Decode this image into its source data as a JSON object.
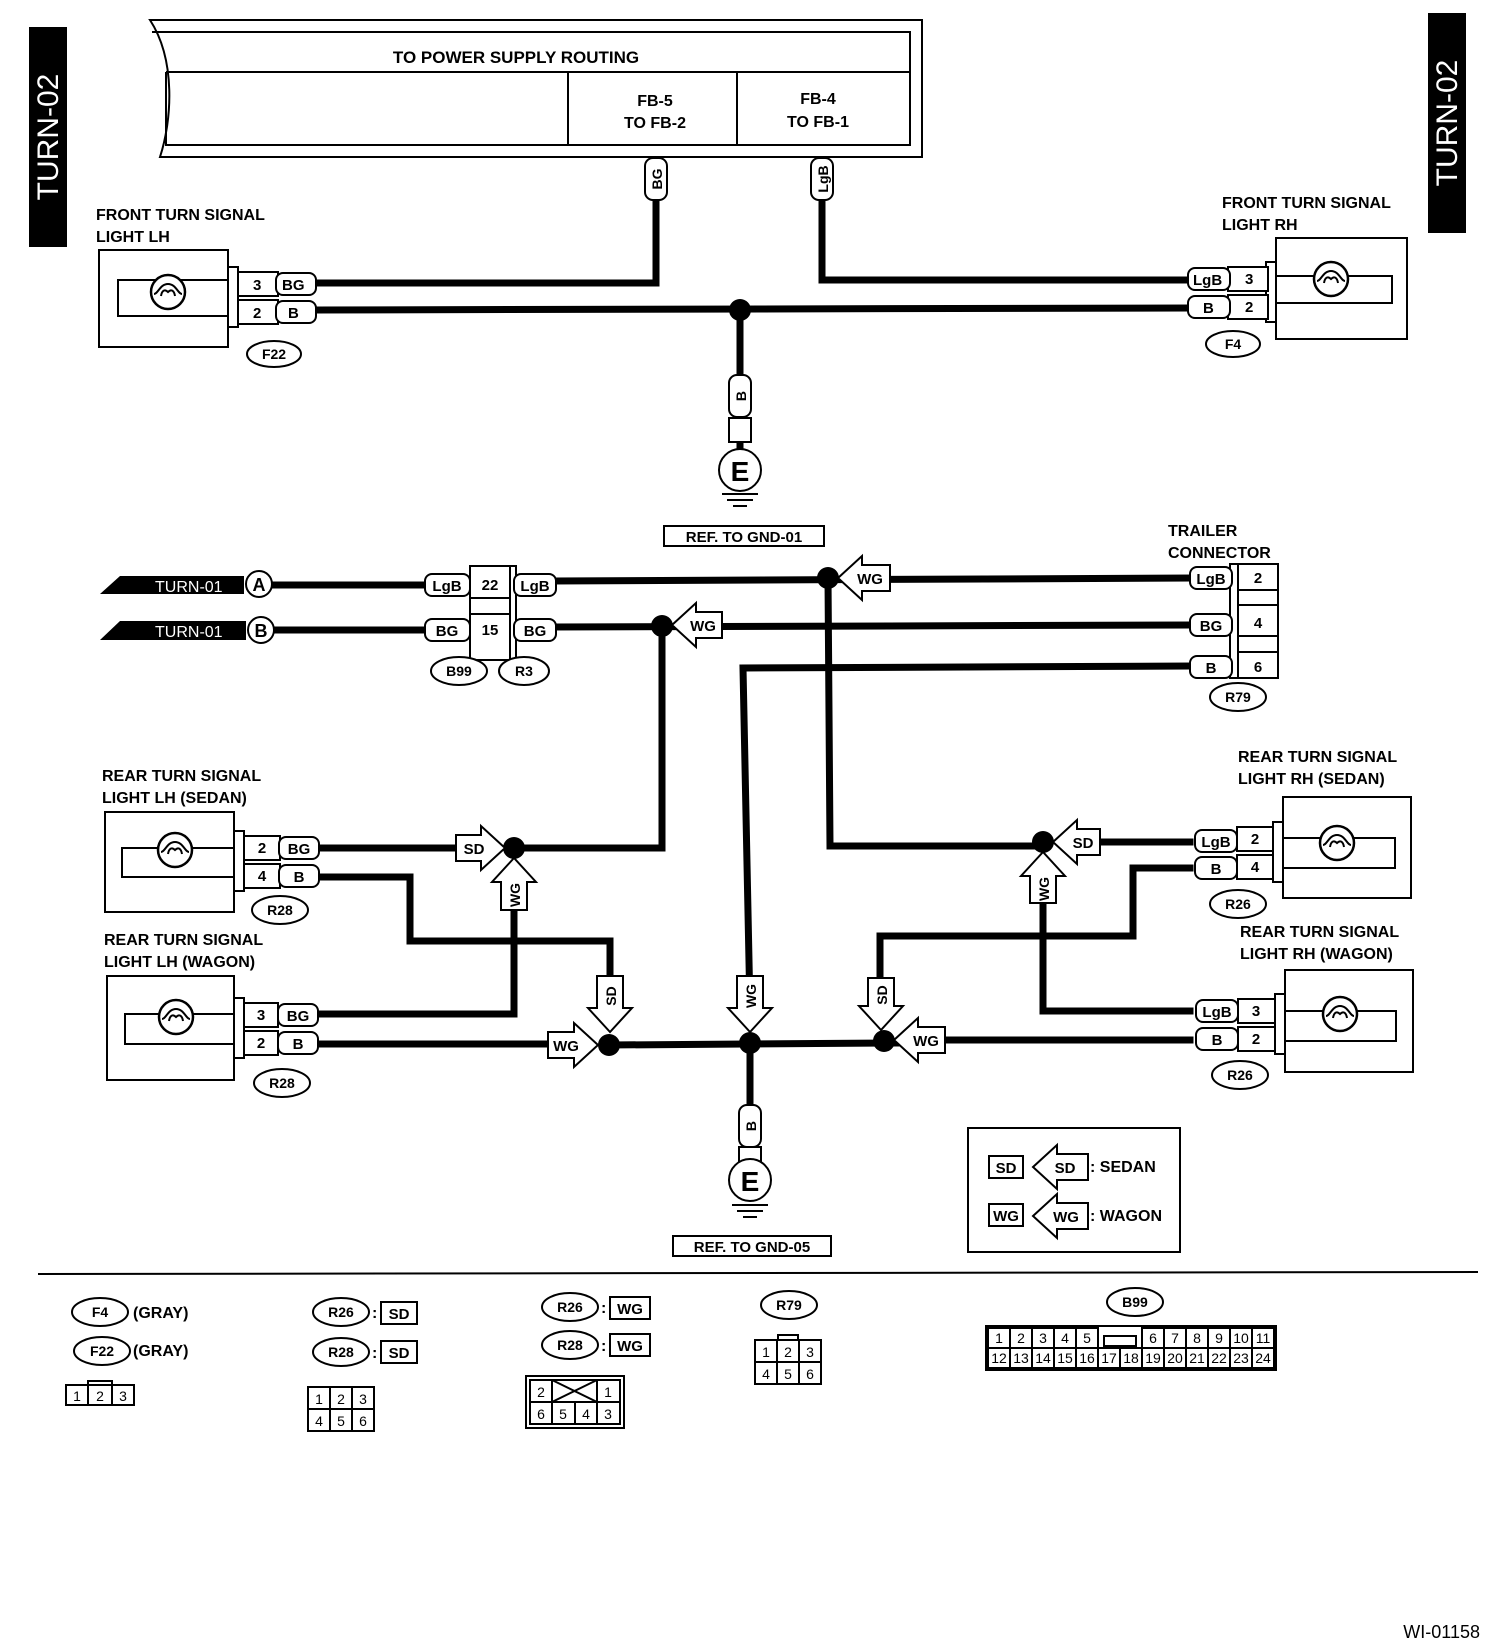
{
  "page": {
    "tag_left": "TURN-02",
    "tag_right": "TURN-02",
    "figure_id": "WI-01158"
  },
  "power_supply": {
    "title": "TO POWER SUPPLY ROUTING",
    "fuse_a": {
      "line1": "FB-5",
      "line2": "TO FB-2"
    },
    "fuse_b": {
      "line1": "FB-4",
      "line2": "TO FB-1"
    }
  },
  "components": {
    "front_lh": {
      "line1": "FRONT TURN SIGNAL",
      "line2": "LIGHT LH"
    },
    "front_rh": {
      "line1": "FRONT TURN SIGNAL",
      "line2": "LIGHT RH"
    },
    "trailer": {
      "line1": "TRAILER",
      "line2": "CONNECTOR"
    },
    "rear_lh_sedan": {
      "line1": "REAR TURN SIGNAL",
      "line2": "LIGHT LH (SEDAN)"
    },
    "rear_rh_sedan": {
      "line1": "REAR TURN SIGNAL",
      "line2": "LIGHT RH (SEDAN)"
    },
    "rear_lh_wagon": {
      "line1": "REAR TURN SIGNAL",
      "line2": "LIGHT LH (WAGON)"
    },
    "rear_rh_wagon": {
      "line1": "REAR TURN SIGNAL",
      "line2": "LIGHT RH (WAGON)"
    }
  },
  "wire_colors": {
    "bg": "BG",
    "b": "B",
    "lgb": "LgB",
    "wg": "WG",
    "sd": "SD"
  },
  "pins": {
    "p2": "2",
    "p3": "3",
    "p4": "4",
    "p6": "6",
    "p15": "15",
    "p22": "22"
  },
  "connectors": {
    "f22": "F22",
    "f4": "F4",
    "b99": "B99",
    "r3": "R3",
    "r79": "R79",
    "r28": "R28",
    "r26": "R26"
  },
  "ground": {
    "symbol": "E",
    "ref_top": "REF. TO GND-01",
    "ref_bottom": "REF. TO GND-05"
  },
  "inputs": {
    "a": {
      "label": "TURN-01",
      "letter": "A"
    },
    "b": {
      "label": "TURN-01",
      "letter": "B"
    }
  },
  "legend": {
    "sd_box": "SD",
    "sd_text": ": SEDAN",
    "wg_box": "WG",
    "wg_text": ": WAGON"
  },
  "connector_key": {
    "f4": "F4",
    "f22": "F22",
    "gray": "(GRAY)",
    "r26": "R26",
    "r28": "R28",
    "sd": "SD",
    "wg": "WG",
    "r79": "R79",
    "b99": "B99",
    "colon": ":",
    "three_pin": [
      "1",
      "2",
      "3"
    ],
    "six_pin_top": [
      "1",
      "2",
      "3"
    ],
    "six_pin_bottom": [
      "4",
      "5",
      "6"
    ],
    "wagon_top": [
      "2",
      "1"
    ],
    "wagon_bottom": [
      "6",
      "5",
      "4",
      "3"
    ],
    "b99_top_left": [
      "1",
      "2",
      "3",
      "4",
      "5"
    ],
    "b99_top_right": [
      "6",
      "7",
      "8",
      "9",
      "10",
      "11"
    ],
    "b99_bottom": [
      "12",
      "13",
      "14",
      "15",
      "16",
      "17",
      "18",
      "19",
      "20",
      "21",
      "22",
      "23",
      "24"
    ]
  }
}
